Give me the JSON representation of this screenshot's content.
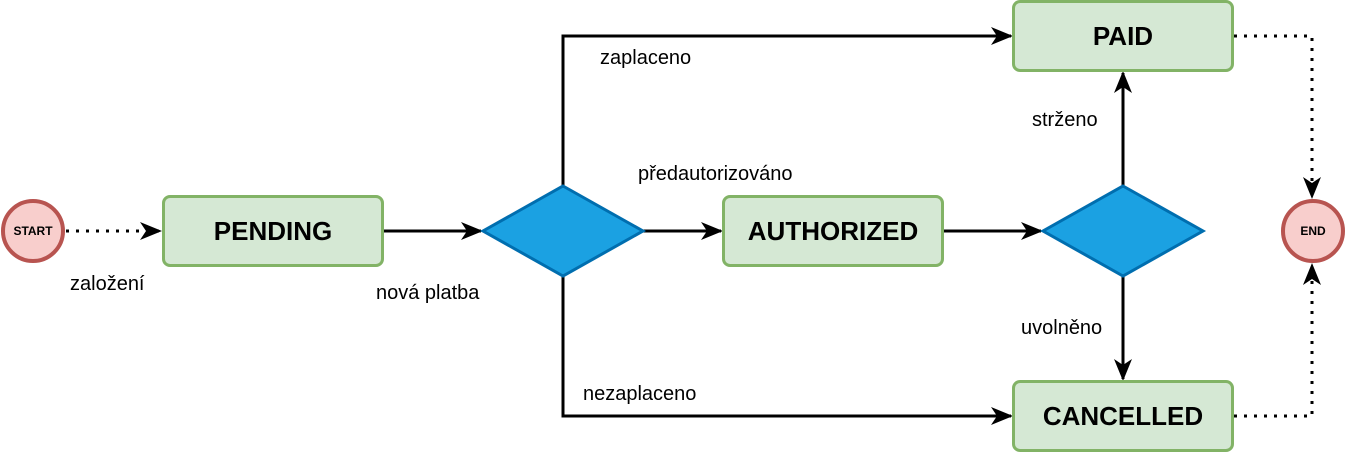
{
  "colors": {
    "state_fill": "#d5e8d4",
    "state_border": "#82b366",
    "terminal_fill": "#f8cecc",
    "terminal_border": "#b85450",
    "decision_fill": "#1ba1e2",
    "decision_border": "#006eaf",
    "edge": "#000000"
  },
  "nodes": {
    "start": "START",
    "end": "END",
    "pending": "PENDING",
    "authorized": "AUTHORIZED",
    "paid": "PAID",
    "cancelled": "CANCELLED"
  },
  "edges": {
    "zalozeni": "založení",
    "nova_platba": "nová platba",
    "zaplaceno": "zaplaceno",
    "predautorizovano": "předautorizováno",
    "nezaplaceno": "nezaplaceno",
    "strzeno": "strženo",
    "uvolneno": "uvolněno"
  }
}
